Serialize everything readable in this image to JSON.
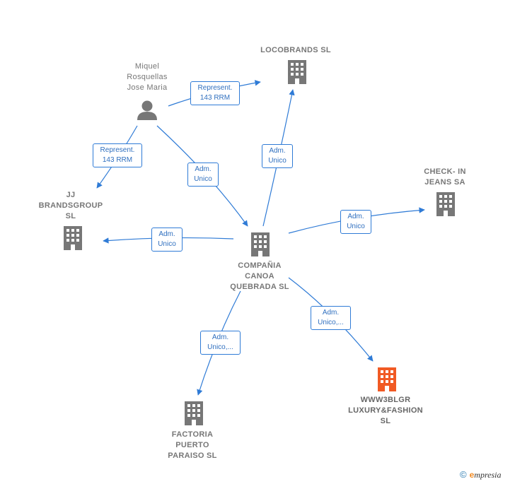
{
  "colors": {
    "edge": "#2f7bd6",
    "building": "#777777",
    "building_highlight": "#f15a24",
    "person": "#777777"
  },
  "nodes": {
    "person": {
      "label": "Miquel\nRosquellas\nJose Maria",
      "icon": "person-icon"
    },
    "locobrands": {
      "label": "LOCOBRANDS SL",
      "icon": "building-icon"
    },
    "jj": {
      "label": "JJ\nBRANDSGROUP\nSL",
      "icon": "building-icon"
    },
    "checkin": {
      "label": "CHECK- IN\nJEANS SA",
      "icon": "building-icon"
    },
    "canoa": {
      "label": "COMPAÑIA\nCANOA\nQUEBRADA SL",
      "icon": "building-icon"
    },
    "factoria": {
      "label": "FACTORIA\nPUERTO\nPARAISO SL",
      "icon": "building-icon"
    },
    "www3": {
      "label": "WWW3BLGR\nLUXURY&FASHION\nSL",
      "icon": "building-icon-highlight"
    }
  },
  "edges": {
    "person_locobrands": "Represent.\n143 RRM",
    "person_jj": "Represent.\n143 RRM",
    "person_canoa": "Adm.\nUnico",
    "canoa_locobrands": "Adm.\nUnico",
    "canoa_checkin": "Adm.\nUnico",
    "canoa_jj": "Adm.\nUnico",
    "canoa_www3": "Adm.\nUnico,...",
    "canoa_factoria": "Adm.\nUnico,..."
  },
  "footer": {
    "copyright": "©",
    "brand_initial": "e",
    "brand_rest": "mpresia"
  }
}
